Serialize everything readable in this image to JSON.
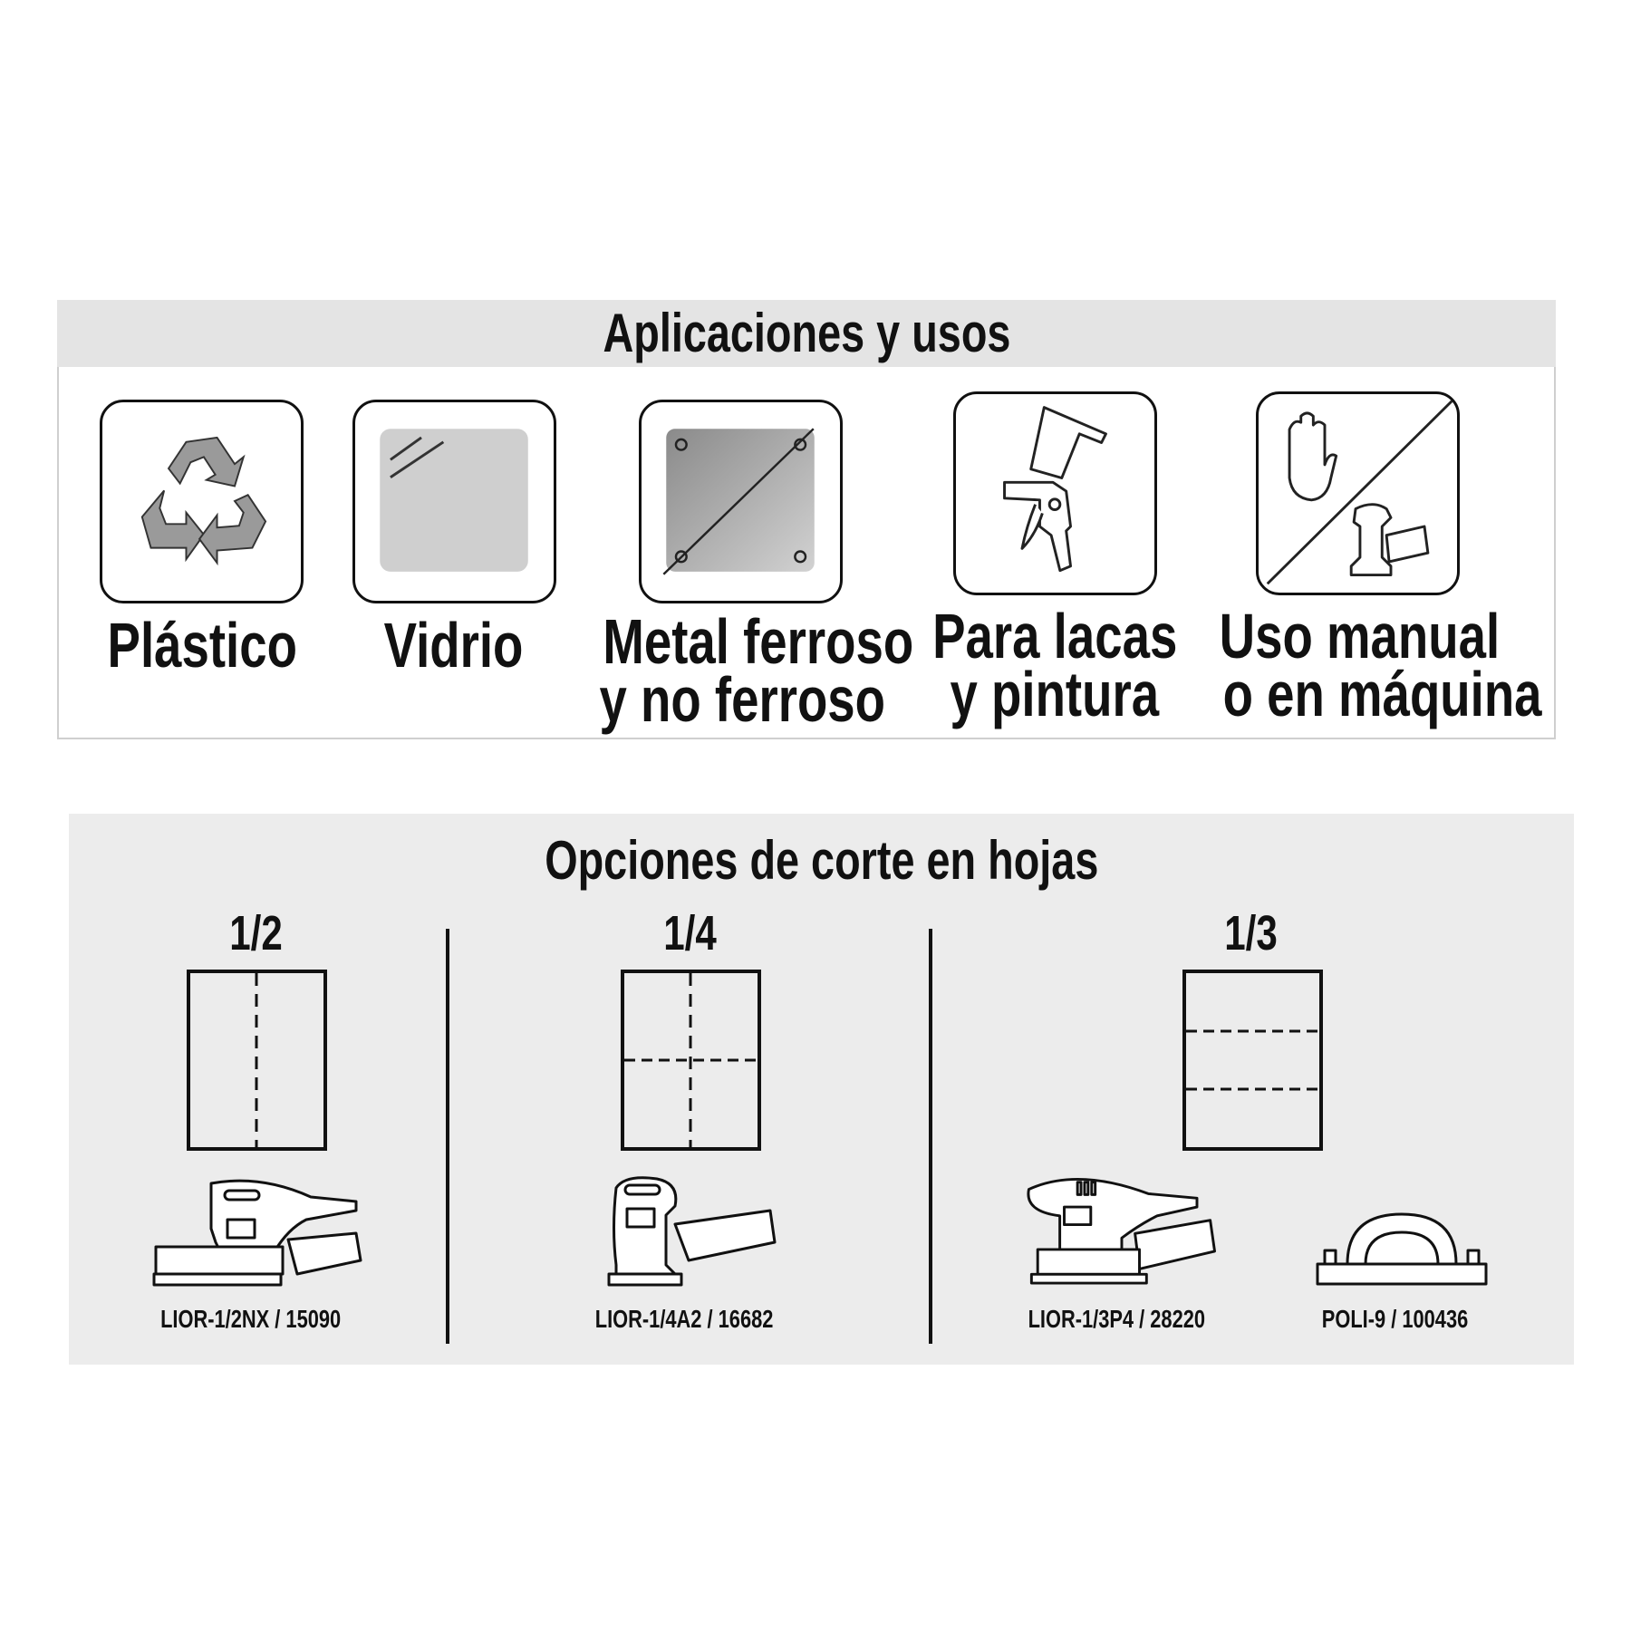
{
  "applications": {
    "title": "Aplicaciones y usos",
    "items": [
      {
        "icon": "recycle-icon",
        "line1": "Plástico",
        "line2": ""
      },
      {
        "icon": "glass-pane-icon",
        "line1": "Vidrio",
        "line2": ""
      },
      {
        "icon": "metal-plate-icon",
        "line1": "Metal ferroso",
        "line2": "y no ferroso"
      },
      {
        "icon": "spray-gun-icon",
        "line1": "Para lacas",
        "line2": "y pintura"
      },
      {
        "icon": "hand-and-sander-icon",
        "line1": "Uso manual",
        "line2": "o en máquina"
      }
    ]
  },
  "cutting": {
    "title": "Opciones de corte en hojas",
    "options": [
      {
        "fraction": "1/2",
        "models": [
          "LIOR-1/2NX / 15090"
        ]
      },
      {
        "fraction": "1/4",
        "models": [
          "LIOR-1/4A2 / 16682"
        ]
      },
      {
        "fraction": "1/3",
        "models": [
          "LIOR-1/3P4 / 28220",
          "POLI-9 / 100436"
        ]
      }
    ]
  },
  "colors": {
    "header_bg": "#e4e4e4",
    "panel_bg": "#ececec",
    "ink": "#111111"
  }
}
